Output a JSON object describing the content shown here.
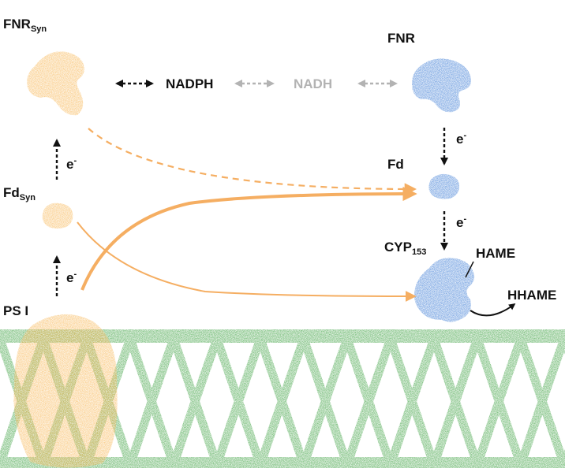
{
  "labels": {
    "fnr_syn": {
      "main": "FNR",
      "sub": "Syn"
    },
    "fd_syn": {
      "main": "Fd",
      "sub": "Syn"
    },
    "ps1": "PS I",
    "nadph": "NADPH",
    "nadh": "NADH",
    "fnr": "FNR",
    "fd": "Fd",
    "cyp": {
      "main": "CYP",
      "sub": "153"
    },
    "hame": "HAME",
    "hhame": "HHAME",
    "electron": {
      "main": "e",
      "sup": "-"
    }
  },
  "colors": {
    "orange_protein": "#f7b24a",
    "blue_protein": "#2f73d2",
    "membrane_green": "#2f9a33",
    "orange_arrow": "#f5ae62",
    "black_arrow": "#111111",
    "gray_arrow": "#b3b3b3",
    "text_gray": "#b3b3b3"
  },
  "icons": {
    "fnr_syn": "protein-blob-icon",
    "fd_syn": "protein-blob-icon",
    "ps1": "photosystem-complex-icon",
    "fnr": "protein-blob-icon",
    "fd": "protein-blob-icon",
    "cyp": "protein-blob-icon",
    "membrane": "lipid-membrane-icon"
  }
}
